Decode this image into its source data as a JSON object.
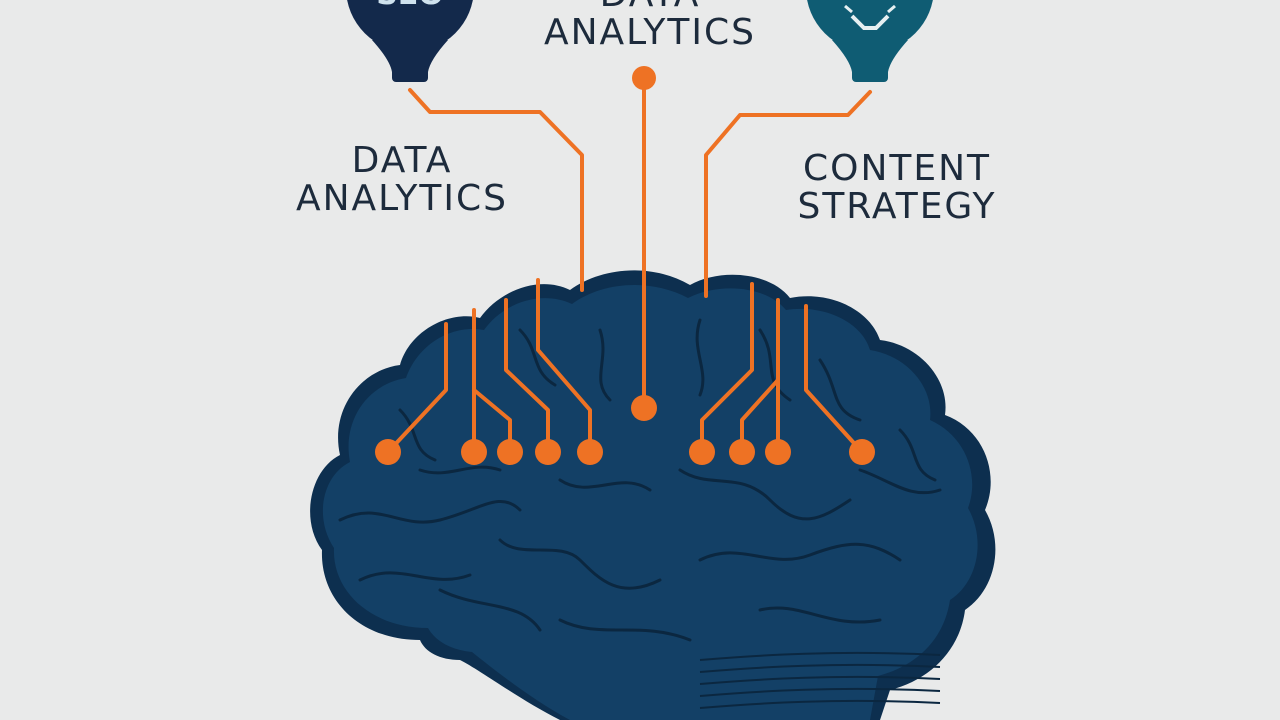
{
  "labels": {
    "top": {
      "line1": "DATA",
      "line2": "ANALYTICS"
    },
    "left": {
      "line1": "DATA",
      "line2": "ANALYTICS"
    },
    "right": {
      "line1": "CONTENT",
      "line2": "STRATEGY"
    }
  },
  "bulbs": {
    "left": {
      "text": "SEO",
      "icon": "seo-bulb-icon"
    },
    "right": {
      "icon": "lightbulb-icon"
    }
  },
  "colors": {
    "background": "#e9eaea",
    "brain": "#134066",
    "brain_shadow": "#0d2f4f",
    "brain_fold": "#0b2740",
    "circuit": "#ee7224",
    "bulb_left": "#13294b",
    "bulb_right": "#0f5c73",
    "text": "#1d2b3c"
  }
}
